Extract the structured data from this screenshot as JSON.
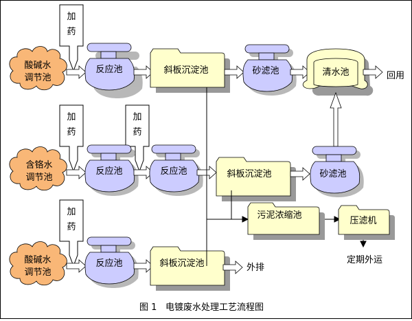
{
  "diagram": {
    "caption": {
      "fig": "图 1",
      "title": "电镀废水处理工艺流程图"
    },
    "colors": {
      "cloud": "#f9b777",
      "reactor": "#ccccff",
      "folder": "#ffffcc",
      "shadow": "#9a9a9a",
      "line": "#000000"
    },
    "add_chem": [
      "加",
      "药"
    ],
    "row1": {
      "source": [
        "酸碱水",
        "调节池"
      ],
      "reactor": "反应池",
      "settling": "斜板沉淀池",
      "sand_filter": "砂滤池",
      "clear_tank": "清水池",
      "outlet": "回用"
    },
    "row2": {
      "source": [
        "含铬水",
        "调节池"
      ],
      "reactor1": "反应池",
      "reactor2": "反应池",
      "settling": "斜板沉淀池",
      "sand_filter": "砂滤池"
    },
    "sludge": {
      "thickener": "污泥浓缩池",
      "press": "压滤机",
      "outlet": "定期外运"
    },
    "row3": {
      "source": [
        "酸碱水",
        "调节池"
      ],
      "reactor": "反应池",
      "settling": "斜板沉淀池",
      "outlet": "外排"
    }
  }
}
